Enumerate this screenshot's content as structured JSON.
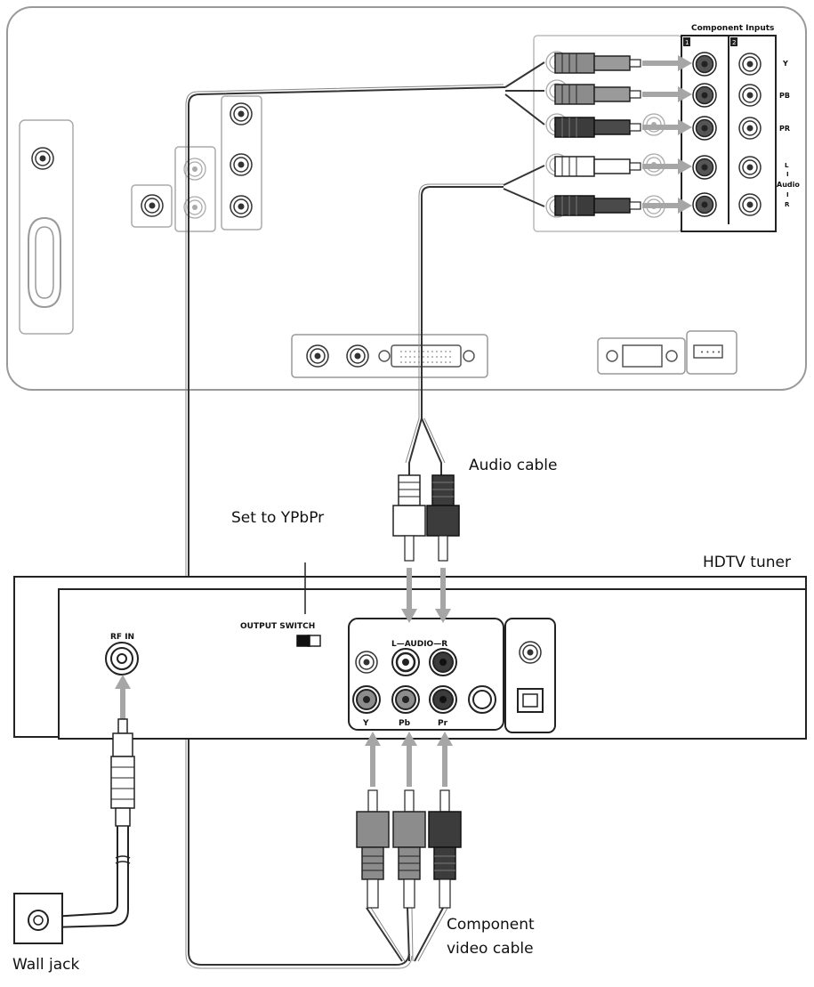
{
  "labels": {
    "audio_cable": "Audio cable",
    "set_to": "Set to YPbPr",
    "hdtv_tuner": "HDTV tuner",
    "component_video_cable_1": "Component",
    "component_video_cable_2": "video cable",
    "wall_jack": "Wall jack"
  },
  "tv_panel": {
    "component_inputs_title": "Component Inputs",
    "input_1": "1",
    "input_2": "2",
    "rows": [
      "Y",
      "PB",
      "PR",
      "L",
      "I",
      "Audio",
      "I",
      "R"
    ]
  },
  "tuner_panel": {
    "rf_in": "RF IN",
    "output_switch": "OUTPUT SWITCH",
    "audio_header": "L—AUDIO—R",
    "y": "Y",
    "pb": "Pb",
    "pr": "Pr"
  },
  "colors": {
    "line": "#333333",
    "arrow": "#a6a6a6",
    "plug_white": "#ffffff",
    "plug_gray": "#8c8c8c",
    "plug_dark": "#3c3c3c"
  }
}
